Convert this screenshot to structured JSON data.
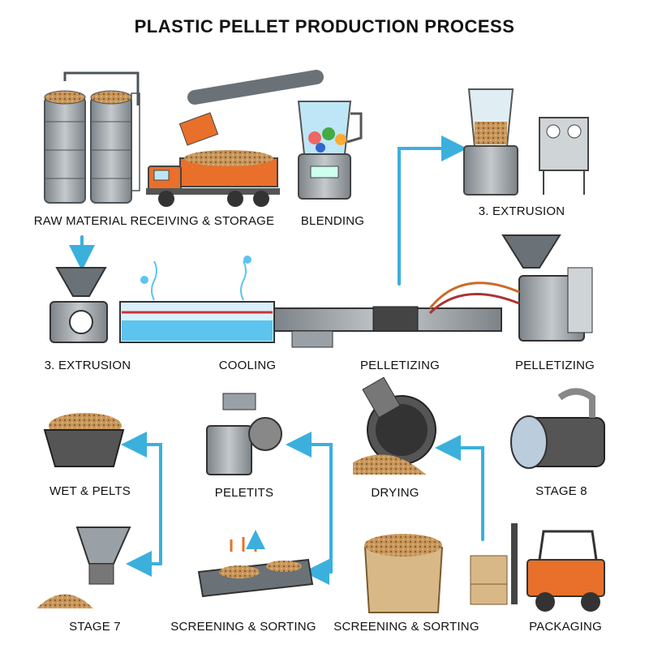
{
  "title": "PLASTIC PELLET PRODUCTION PROCESS",
  "labels": {
    "raw_material": "RAW MATERIAL RECEIVING & STORAGE",
    "blending": "BLENDING",
    "extrusion_top": "3. EXTRUSION",
    "extrusion_left": "3. EXTRUSION",
    "cooling": "COOLING",
    "pelletizing_mid": "PELLETIZING",
    "pelletizing_right": "PELLETIZING",
    "wet_pelts": "WET & PELTS",
    "peletits": "PELETITS",
    "drying": "DRYING",
    "stage8": "STAGE 8",
    "stage7": "STAGE 7",
    "screening_1": "SCREENING & SORTING",
    "screening_2": "SCREENING & SORTING",
    "packaging": "PACKAGING"
  },
  "colors": {
    "arrow": "#3bb0dd",
    "steel": "#9aa1a6",
    "steel_dark": "#5f666b",
    "truck": "#e8702a",
    "pellet": "#c8965a",
    "water": "#5cc4ef"
  },
  "icons": [
    "silo-icon",
    "dump-truck-icon",
    "blender-icon",
    "extruder-icon",
    "cooling-bath-icon",
    "pelletizer-icon",
    "bin-icon",
    "dryer-icon",
    "sieve-drum-icon",
    "hopper-icon",
    "screening-tray-icon",
    "bulk-bag-icon",
    "forklift-icon"
  ]
}
